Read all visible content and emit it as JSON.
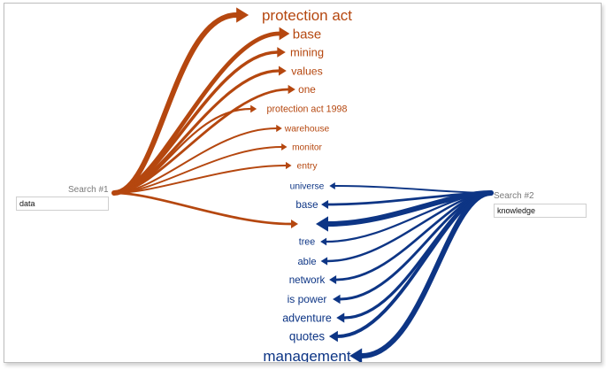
{
  "search1": {
    "label": "Search #1",
    "value": "data",
    "color": "#b5470f",
    "results": [
      {
        "term": "protection act",
        "weight": 1.0
      },
      {
        "term": "base",
        "weight": 0.78
      },
      {
        "term": "mining",
        "weight": 0.55
      },
      {
        "term": "values",
        "weight": 0.48
      },
      {
        "term": "one",
        "weight": 0.42
      },
      {
        "term": "protection act 1998",
        "weight": 0.3
      },
      {
        "term": "warehouse",
        "weight": 0.26
      },
      {
        "term": "monitor",
        "weight": 0.24
      },
      {
        "term": "entry",
        "weight": 0.26
      }
    ]
  },
  "search2": {
    "label": "Search #2",
    "value": "knowledge",
    "color": "#0d3585",
    "results": [
      {
        "term": "universe",
        "weight": 0.25
      },
      {
        "term": "base",
        "weight": 0.4
      },
      {
        "term": "tree",
        "weight": 0.3
      },
      {
        "term": "able",
        "weight": 0.35
      },
      {
        "term": "network",
        "weight": 0.4
      },
      {
        "term": "is power",
        "weight": 0.45
      },
      {
        "term": "adventure",
        "weight": 0.5
      },
      {
        "term": "quotes",
        "weight": 0.6
      },
      {
        "term": "management",
        "weight": 1.0
      }
    ]
  },
  "shared": {
    "weight_search1": 0.4,
    "weight_search2": 1.0
  }
}
